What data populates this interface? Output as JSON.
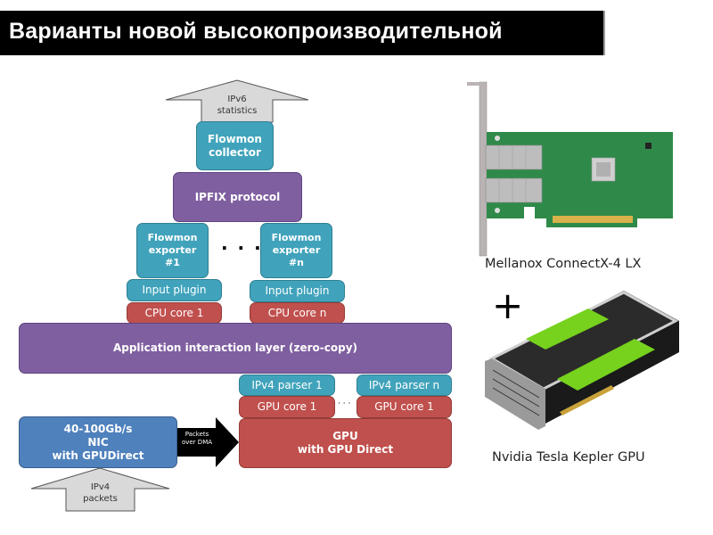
{
  "slide": {
    "title": "Варианты новой высокопроизводительной"
  },
  "diagram": {
    "ipv6_arrow": {
      "line1": "IPv6",
      "line2": "statistics"
    },
    "collector": {
      "line1": "Flowmon",
      "line2": "collector"
    },
    "ipfix": "IPFIX protocol",
    "exporter_1": {
      "line1": "Flowmon",
      "line2": "exporter",
      "line3": "#1"
    },
    "exporter_n": {
      "line1": "Flowmon",
      "line2": "exporter",
      "line3": "#n"
    },
    "exporter_ellipsis": "· · ·",
    "input_plugin_1": "Input plugin",
    "input_plugin_n": "Input plugin",
    "cpu_core_1": "CPU core 1",
    "cpu_core_n": "CPU core n",
    "app_layer": "Application interaction layer (zero-copy)",
    "ipv4_parser_1": "IPv4 parser 1",
    "ipv4_parser_n": "IPv4 parser n",
    "gpu_core_1": "GPU core 1",
    "gpu_core_n": "GPU core 1",
    "gpu_ellipsis": "· · ·",
    "gpu": {
      "line1": "GPU",
      "line2": "with GPU Direct"
    },
    "nic": {
      "line1": "40-100Gb/s",
      "line2": "NIC",
      "line3": "with GPUDirect"
    },
    "dma_arrow": {
      "line1": "Packets",
      "line2": "over DMA"
    },
    "ipv4_arrow": {
      "line1": "IPv4",
      "line2": "packets"
    }
  },
  "hardware": {
    "nic_card_caption": "Mellanox ConnectX-4 LX",
    "plus_sign": "+",
    "gpu_card_caption": "Nvidia Tesla Kepler GPU"
  },
  "colors": {
    "teal": "#40a3bb",
    "purple": "#7f5fa0",
    "red": "#c0504d",
    "blue": "#4f81bd",
    "nvidia_green": "#76d21d",
    "pcb_green": "#2f8a4a"
  }
}
